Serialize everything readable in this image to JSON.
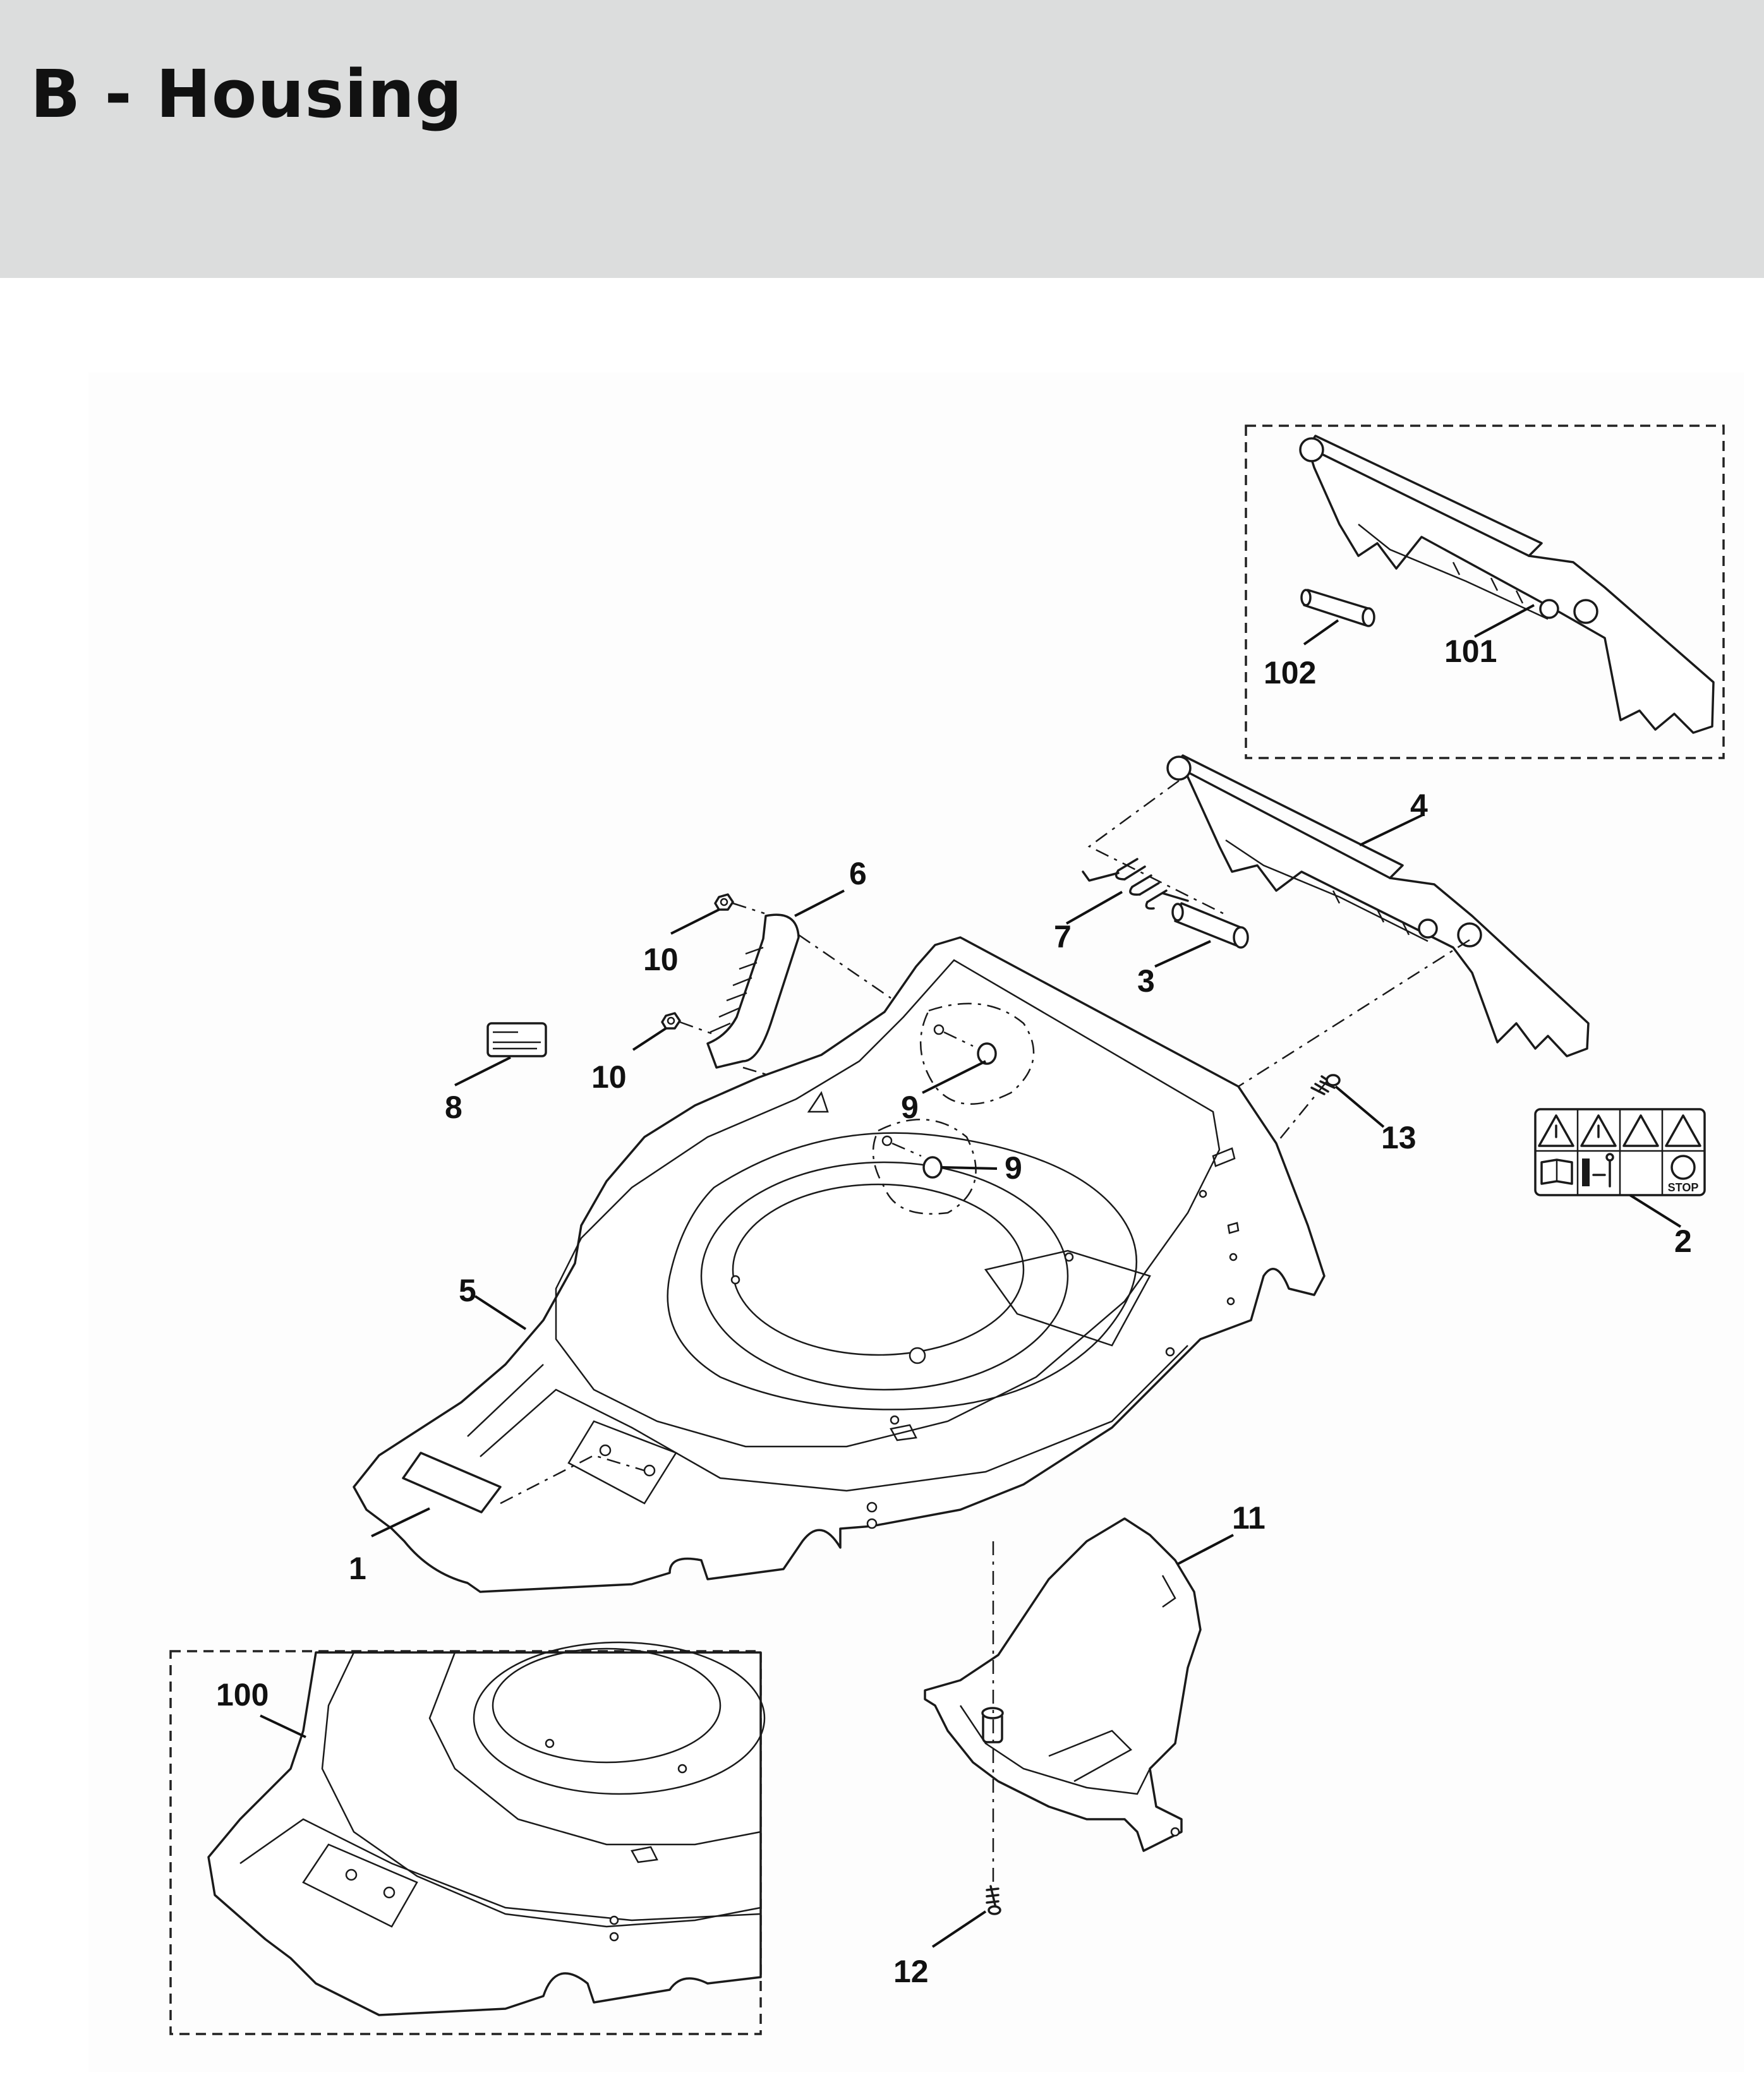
{
  "page": {
    "title": "B - Housing"
  },
  "callouts": {
    "c1": "1",
    "c2": "2",
    "c3": "3",
    "c4": "4",
    "c5": "5",
    "c6": "6",
    "c7": "7",
    "c8": "8",
    "c9a": "9",
    "c9b": "9",
    "c10a": "10",
    "c10b": "10",
    "c11": "11",
    "c12": "12",
    "c13": "13",
    "c100": "100",
    "c101": "101",
    "c102": "102"
  },
  "warning_label": {
    "stop_text": "STOP"
  },
  "colors": {
    "header_bg": "#dcdddd",
    "line": "#1a1a1a",
    "text": "#111111"
  },
  "icons": [
    "warning-triangle-icon",
    "manual-book-icon",
    "distance-icon",
    "stop-blade-icon"
  ]
}
